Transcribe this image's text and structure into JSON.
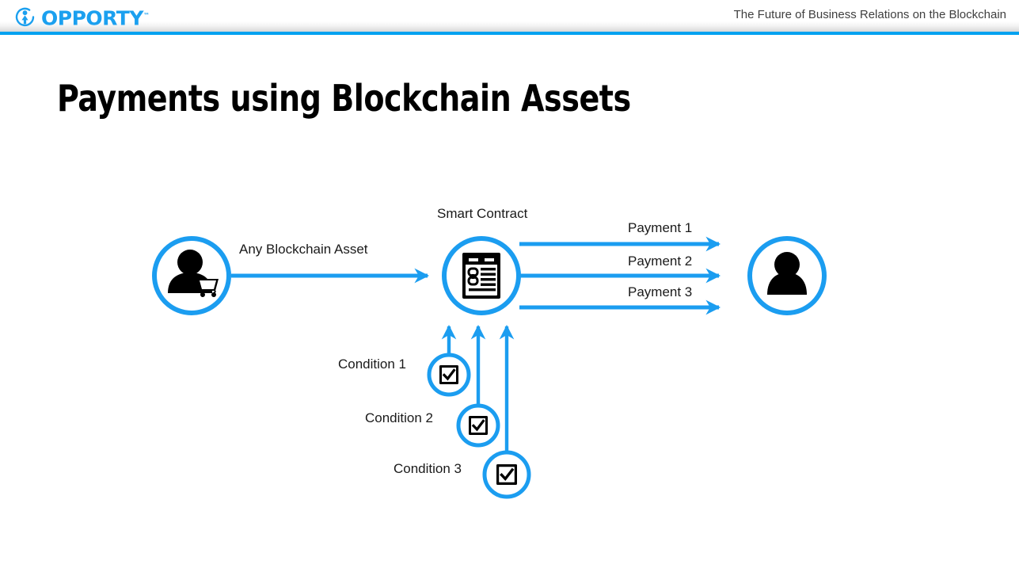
{
  "header": {
    "logo_text": "OPPORT",
    "logo_text_tail": "Y",
    "logo_tm": "™",
    "logo_icon": "person-in-circle-icon",
    "tagline": "The Future of Business Relations on the Blockchain",
    "accent_color": "#00a2f0"
  },
  "slide": {
    "title": "Payments using Blockchain Assets"
  },
  "diagram": {
    "accent_color": "#1b9df0",
    "nodes": {
      "buyer": {
        "label": "",
        "icon": "person-with-shopping-cart-icon"
      },
      "contract": {
        "label": "Smart Contract",
        "icon": "contract-document-chain-icon"
      },
      "seller": {
        "label": "",
        "icon": "person-icon"
      }
    },
    "flow_label": "Any Blockchain Asset",
    "payments": [
      {
        "label": "Payment 1"
      },
      {
        "label": "Payment 2"
      },
      {
        "label": "Payment 3"
      }
    ],
    "conditions": [
      {
        "label": "Condition 1",
        "icon": "checkbox-checked-icon"
      },
      {
        "label": "Condition 2",
        "icon": "checkbox-checked-icon"
      },
      {
        "label": "Condition 3",
        "icon": "checkbox-checked-icon"
      }
    ]
  }
}
